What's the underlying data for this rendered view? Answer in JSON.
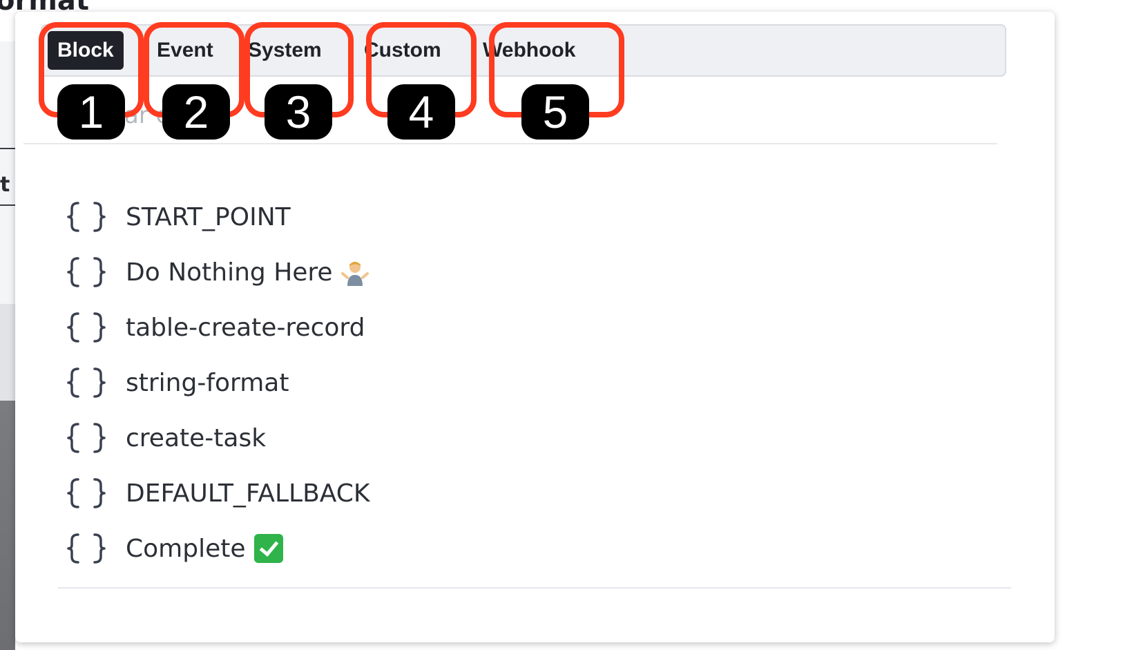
{
  "background": {
    "heading_fragment": "ormat",
    "side_letter": "t"
  },
  "tabs": [
    {
      "label": "Block",
      "active": true
    },
    {
      "label": "Event",
      "active": false
    },
    {
      "label": "System",
      "active": false
    },
    {
      "label": "Custom",
      "active": false
    },
    {
      "label": "Webhook",
      "active": false
    }
  ],
  "search": {
    "ghost_text": "ar    eg      zin"
  },
  "items": [
    {
      "label": "START_POINT",
      "icon": "curly-braces-icon"
    },
    {
      "label": "Do Nothing Here",
      "icon": "curly-braces-icon",
      "emoji": "person-shrugging-icon"
    },
    {
      "label": "table-create-record",
      "icon": "curly-braces-icon"
    },
    {
      "label": "string-format",
      "icon": "curly-braces-icon"
    },
    {
      "label": "create-task",
      "icon": "curly-braces-icon"
    },
    {
      "label": "DEFAULT_FALLBACK",
      "icon": "curly-braces-icon"
    },
    {
      "label": "Complete",
      "icon": "curly-braces-icon",
      "emoji": "check-mark-button-icon"
    }
  ],
  "annotations": {
    "badges": [
      "1",
      "2",
      "3",
      "4",
      "5"
    ],
    "color": "#ff3b20"
  },
  "colors": {
    "active_tab_bg": "#1f2329",
    "tab_bar_bg": "#eef0f4",
    "text": "#2b2f36"
  }
}
